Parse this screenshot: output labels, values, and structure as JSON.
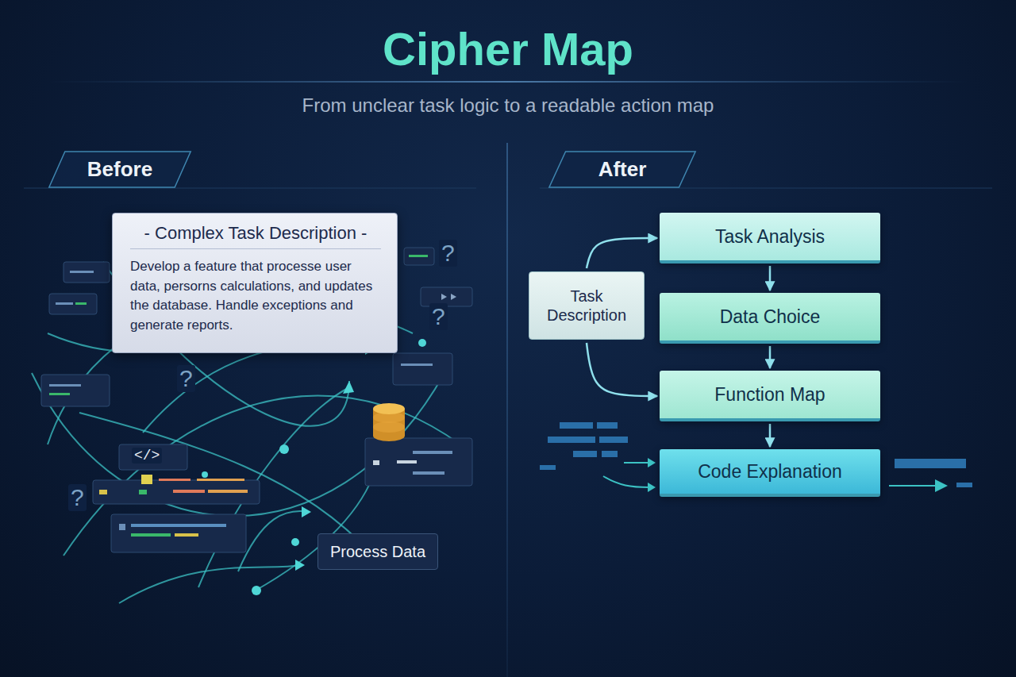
{
  "diagram": {
    "title": "Cipher Map",
    "caption": "From unclear task logic to a readable action map",
    "nodes": [
      {
        "text": [
          "Before"
        ]
      },
      {
        "text": [
          "- Complex Task Description -",
          "Develop a feature that processe user data, persorns calculations, and updates the database. Handle exceptions and generate reports."
        ]
      },
      {
        "text": [
          "Process Data"
        ]
      },
      {
        "text": [
          "After"
        ]
      },
      {
        "text": [
          "Task Description"
        ]
      },
      {
        "text": [
          "Task Analysis"
        ]
      },
      {
        "text": [
          "Data Choice"
        ]
      },
      {
        "text": [
          "Function Map"
        ]
      },
      {
        "text": [
          "Code Explanation"
        ]
      }
    ],
    "edges": [
      {
        "from": 4,
        "to": 5,
        "arrow": "to"
      },
      {
        "from": 4,
        "to": 7,
        "arrow": "to"
      },
      {
        "from": 5,
        "to": 6,
        "arrow": "to"
      },
      {
        "from": 6,
        "to": 7,
        "arrow": "to"
      },
      {
        "from": 7,
        "to": 8,
        "arrow": "to"
      }
    ],
    "labels": [
      "?",
      "?",
      "?",
      "?",
      "</>"
    ]
  }
}
